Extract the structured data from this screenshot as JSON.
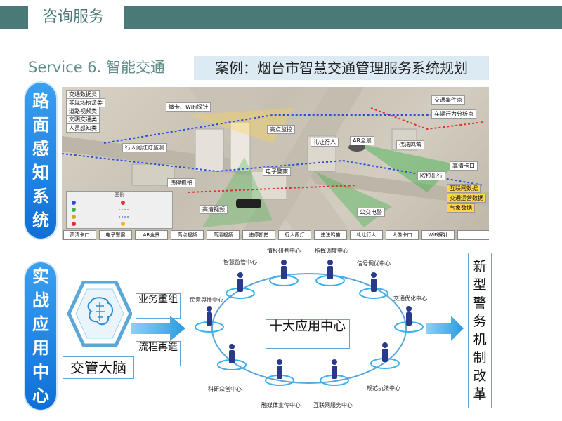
{
  "header": {
    "title": "咨询服务"
  },
  "subtitle": "Service 6. 智能交通",
  "case_title": "案例：烟台市智慧交通管理服务系统规划",
  "side_top": [
    "路",
    "面",
    "感",
    "知",
    "系",
    "统"
  ],
  "side_bottom": [
    "实",
    "战",
    "应",
    "用",
    "中",
    "心"
  ],
  "map": {
    "left_list": [
      "交通数据类",
      "非现场执法类",
      "道路视频类",
      "文明交通类",
      "人员感知类"
    ],
    "labels": {
      "wifi": "微卡、WiFi探针",
      "highpoint": "高点监控",
      "yield": "礼让行人",
      "ar": "AR全景",
      "pedestrian": "行人闯红灯监测",
      "whistle": "违法鸣笛",
      "event": "交通事件点",
      "vehicle": "车辆行为分析点",
      "epolice": "电子警察",
      "stopcap": "违停抓拍",
      "hdcheck": "高清卡口",
      "qianfang": "欧拉出行",
      "hdvideo": "高清视频",
      "bus": "公交电警",
      "internet": "互联网数据",
      "operation": "交通运营数据",
      "weather": "气象数据"
    },
    "legend_title": "图例",
    "bottom_items": [
      "高清卡口",
      "电子警察",
      "AR全景",
      "高点视频",
      "高清视频",
      "违停抓拍",
      "行人闯灯",
      "违法鸣笛",
      "礼让行人",
      "人像卡口",
      "WiFi探针",
      "……"
    ]
  },
  "diagram": {
    "brain_label": "交管大脑",
    "box_business": "业务重组",
    "box_process": "流程再造",
    "center": "十大应用中心",
    "nodes": {
      "intel": "情报研判中心",
      "dispatch": "指挥调度中心",
      "smart": "智慧监管中心",
      "signal": "信号调优中心",
      "public": "民意舆情中心",
      "traffic": "交通优化中心",
      "research": "科研众创中心",
      "law": "规范执法中心",
      "media": "融媒体宣传中心",
      "internet": "互联网服务中心"
    },
    "reform": [
      "新",
      "型",
      "警",
      "务",
      "机",
      "制",
      "改",
      "革"
    ]
  }
}
